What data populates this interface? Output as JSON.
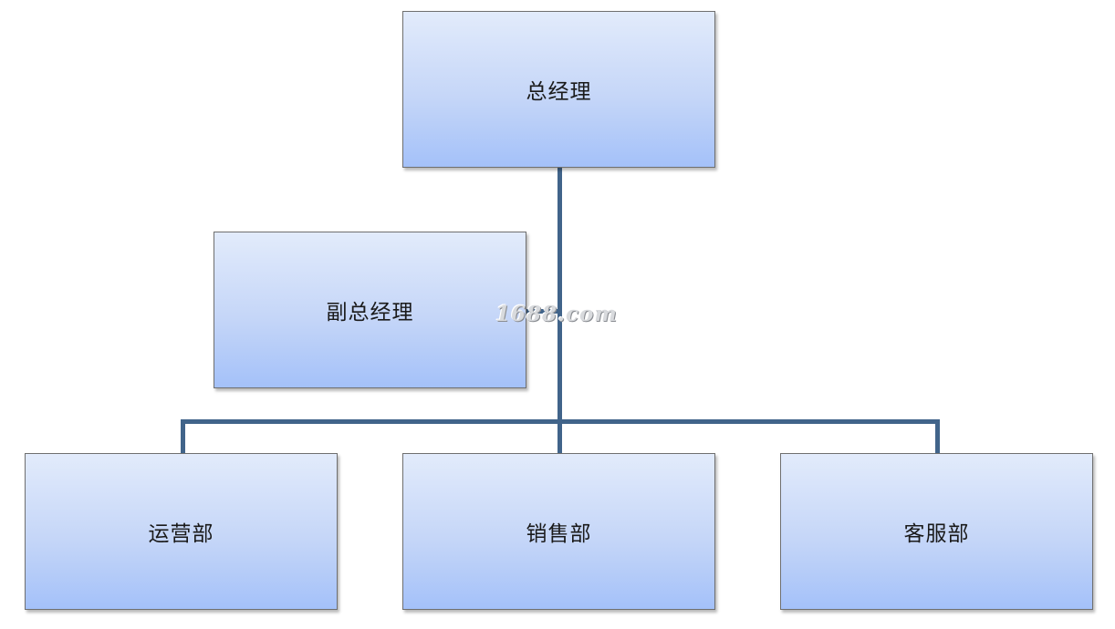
{
  "org_chart": {
    "root": {
      "label": "总经理"
    },
    "assistant": {
      "label": "副总经理"
    },
    "departments": [
      {
        "label": "运营部"
      },
      {
        "label": "销售部"
      },
      {
        "label": "客服部"
      }
    ]
  },
  "watermark": {
    "text": "1688.com"
  },
  "colors": {
    "connector": "#41648a",
    "node_border": "#6f6f6f",
    "node_gradient_top": "#e2ebfb",
    "node_gradient_bottom": "#a4c1f9",
    "text": "#1a1a1a"
  }
}
